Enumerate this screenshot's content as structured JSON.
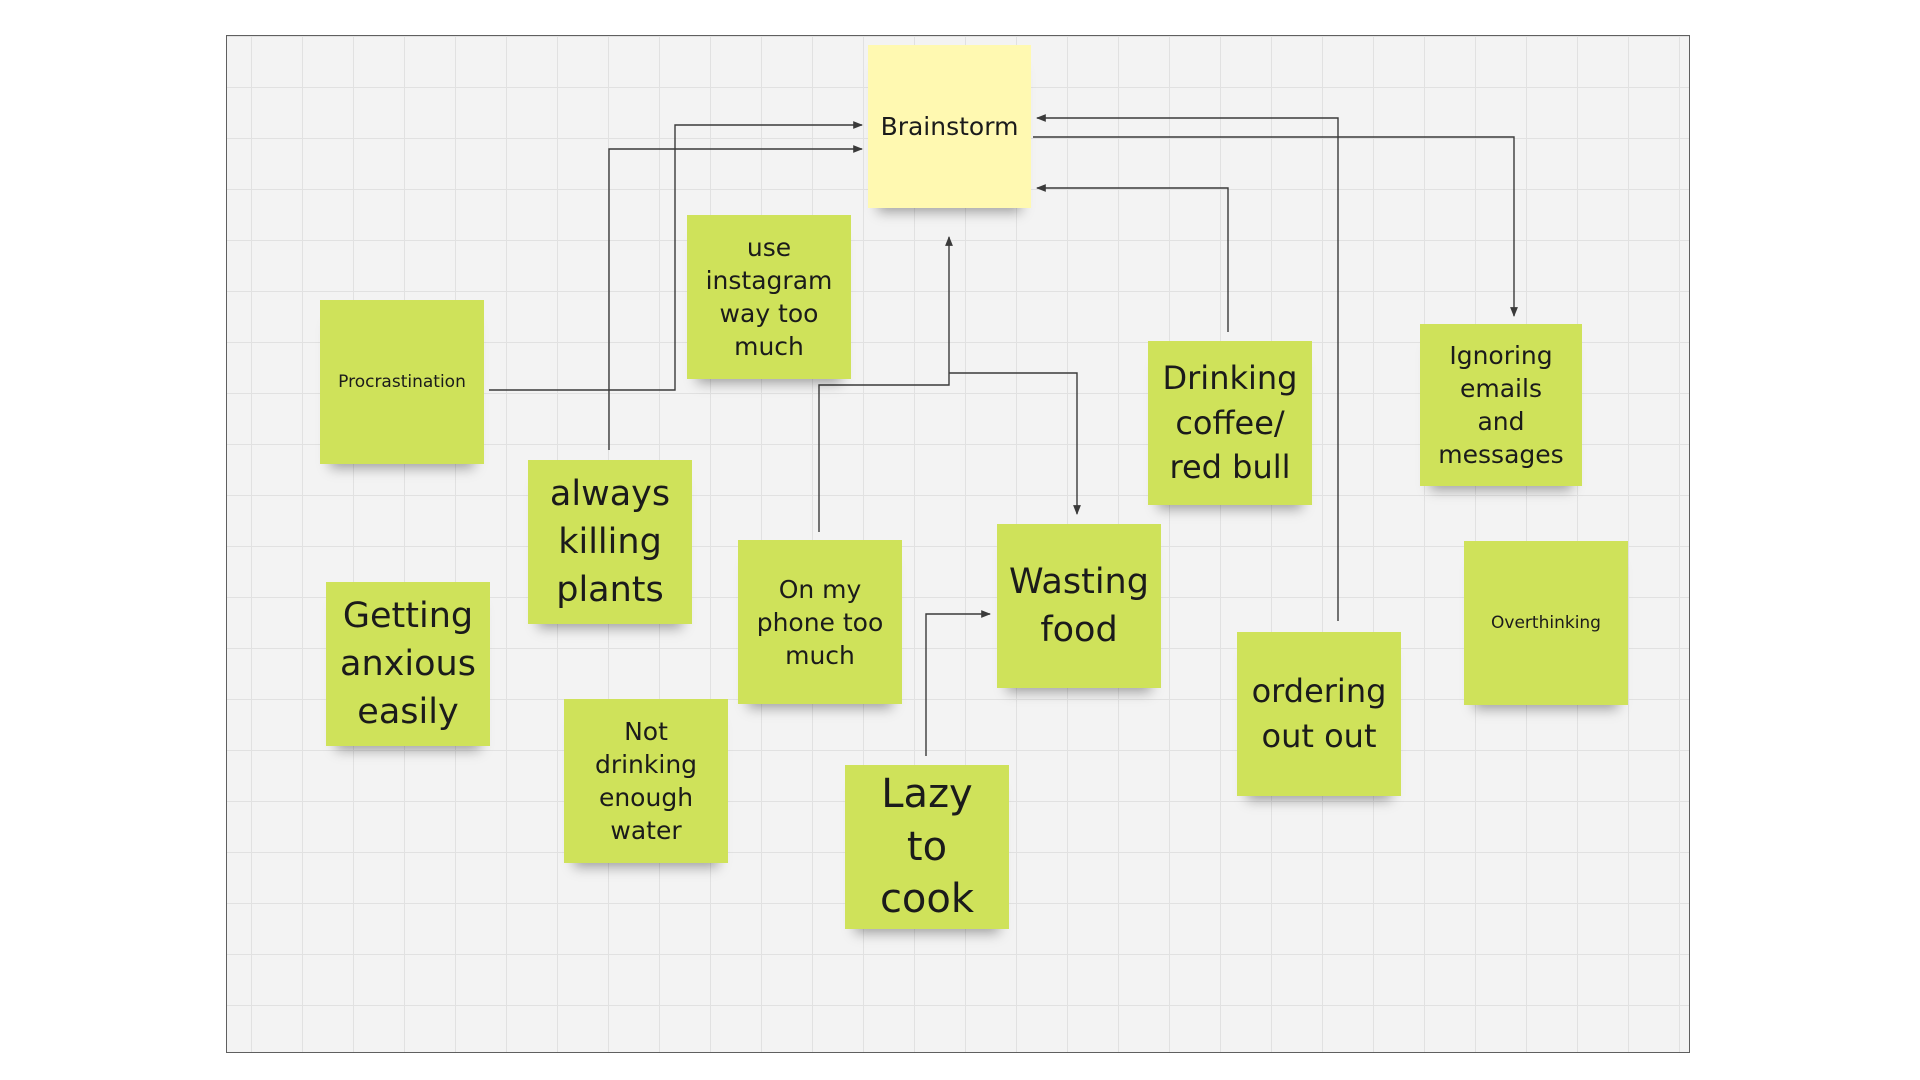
{
  "board": {
    "center": "Brainstorm",
    "notes": [
      {
        "id": "procrastination",
        "text": "Procrastination"
      },
      {
        "id": "instagram",
        "text": "use instagram way too much"
      },
      {
        "id": "plants",
        "text": "always killing plants"
      },
      {
        "id": "phone",
        "text": "On my phone too much"
      },
      {
        "id": "anxious",
        "text": "Getting anxious easily"
      },
      {
        "id": "water",
        "text": "Not drinking enough water"
      },
      {
        "id": "lazy",
        "text": "Lazy to cook"
      },
      {
        "id": "wasting",
        "text": "Wasting food"
      },
      {
        "id": "coffee",
        "text": "Drinking coffee/ red bull"
      },
      {
        "id": "ordering",
        "text": "ordering out out"
      },
      {
        "id": "ignoring",
        "text": "Ignoring emails and messages"
      },
      {
        "id": "overthinking",
        "text": "Overthinking"
      }
    ]
  },
  "colors": {
    "note": "#cfe25a",
    "center_note": "#fff9b1",
    "connector": "#3a3a3a",
    "grid": "#e1e1e1",
    "background": "#f3f3f3"
  }
}
